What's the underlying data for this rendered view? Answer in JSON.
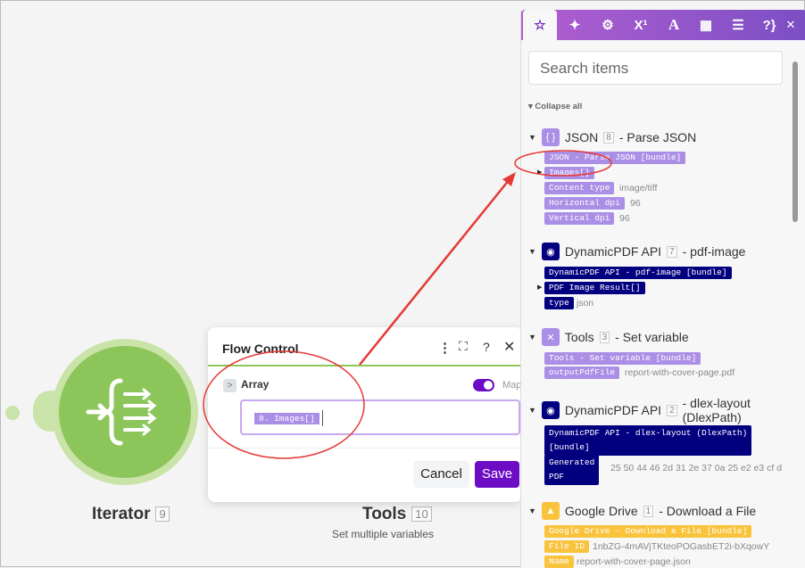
{
  "canvas": {
    "iterator": {
      "label": "Iterator",
      "badge": "9"
    },
    "tools": {
      "label": "Tools",
      "badge": "10",
      "subtitle": "Set multiple variables"
    }
  },
  "dialog": {
    "title": "Flow Control",
    "field_label": "Array",
    "map_label": "Map",
    "map_enabled": true,
    "input_value": "8. Images[]",
    "cancel": "Cancel",
    "save": "Save"
  },
  "panel": {
    "tabs": [
      "favorites",
      "ai",
      "settings",
      "math",
      "text",
      "date",
      "array",
      "custom"
    ],
    "search_placeholder": "Search items",
    "collapse_all": "Collapse all",
    "sections": [
      {
        "app": "JSON",
        "num": "8",
        "action": "- Parse JSON",
        "color": "#ab8ee6",
        "items": [
          {
            "tag": "JSON - Parse JSON [bundle]"
          },
          {
            "tag": "Images[]"
          },
          {
            "tag": "Content type",
            "value": "image/tiff"
          },
          {
            "tag": "Horizontal dpi",
            "value": "96"
          },
          {
            "tag": "Vertical dpi",
            "value": "96"
          }
        ]
      },
      {
        "app": "DynamicPDF API",
        "num": "7",
        "action": "- pdf-image",
        "color": "#03007f",
        "items": [
          {
            "tag": "DynamicPDF API - pdf-image [bundle]"
          },
          {
            "tag": "PDF Image Result[]"
          },
          {
            "tag": "type",
            "value": "json"
          }
        ]
      },
      {
        "app": "Tools",
        "num": "3",
        "action": "- Set variable",
        "color": "#ab8ee6",
        "items": [
          {
            "tag": "Tools - Set variable [bundle]"
          },
          {
            "tag": "outputPdfFile",
            "value": "report-with-cover-page.pdf"
          }
        ]
      },
      {
        "app": "DynamicPDF API",
        "num": "2",
        "action": "- dlex-layout",
        "action2": "(DlexPath)",
        "color": "#03007f",
        "items": [
          {
            "tag": "DynamicPDF API - dlex-layout (DlexPath)",
            "tag2": "[bundle]"
          },
          {
            "tag": "Generated",
            "tag2": "PDF",
            "value": "25 50 44 46 2d 31 2e 37 0a 25 e2 e3 cf d"
          }
        ]
      },
      {
        "app": "Google Drive",
        "num": "1",
        "action": "- Download a File",
        "color": "#f9c33c",
        "items": [
          {
            "tag": "Google Drive - Download a File [bundle]"
          },
          {
            "tag": "File ID",
            "value": "1nbZG-4mAVjTKteoPOGasbET2i-bXqowY"
          },
          {
            "tag": "Name",
            "value": "report-with-cover-page.json"
          }
        ]
      }
    ]
  }
}
